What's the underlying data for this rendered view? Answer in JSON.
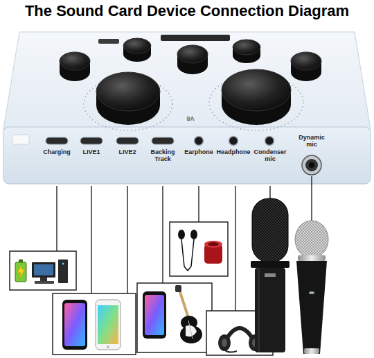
{
  "diagram": {
    "title": "The Sound Card Device Connection Diagram",
    "labels": [
      "Charging",
      "LIVE1",
      "LIVE2",
      "Backing Track",
      "Earphone",
      "Headphone",
      "Condenser mic",
      "Dynamic mic",
      "V8"
    ]
  }
}
